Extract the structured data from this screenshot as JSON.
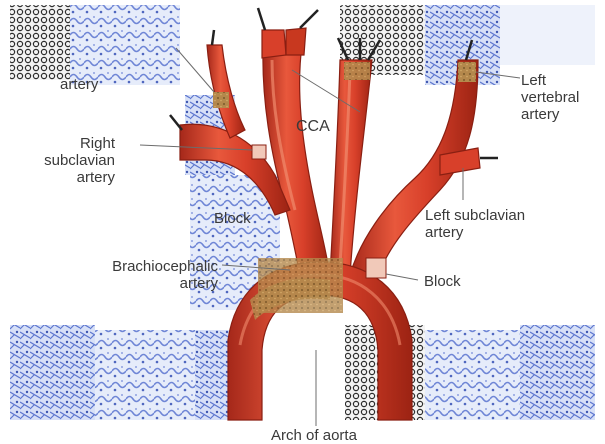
{
  "labels": {
    "artery_top": "artery",
    "right_subclavian": "Right\nsubclavian\nartery",
    "cca": "CCA",
    "left_vertebral": "Left\nvertebral\nartery",
    "block_center": "Block",
    "left_subclavian": "Left subclavian\nartery",
    "brachiocephalic": "Brachiocephalic\nartery",
    "block_right": "Block",
    "arch_of_aorta": "Arch of aorta"
  },
  "colors": {
    "artery_red": "#d8402a",
    "artery_dark": "#9e2414",
    "artery_highlight": "#ef7b5e",
    "plaque": "#a8854a",
    "tissue_blue": "#6f86d6",
    "tissue_light": "#c9d4f2",
    "leader": "#6c6c6c"
  }
}
